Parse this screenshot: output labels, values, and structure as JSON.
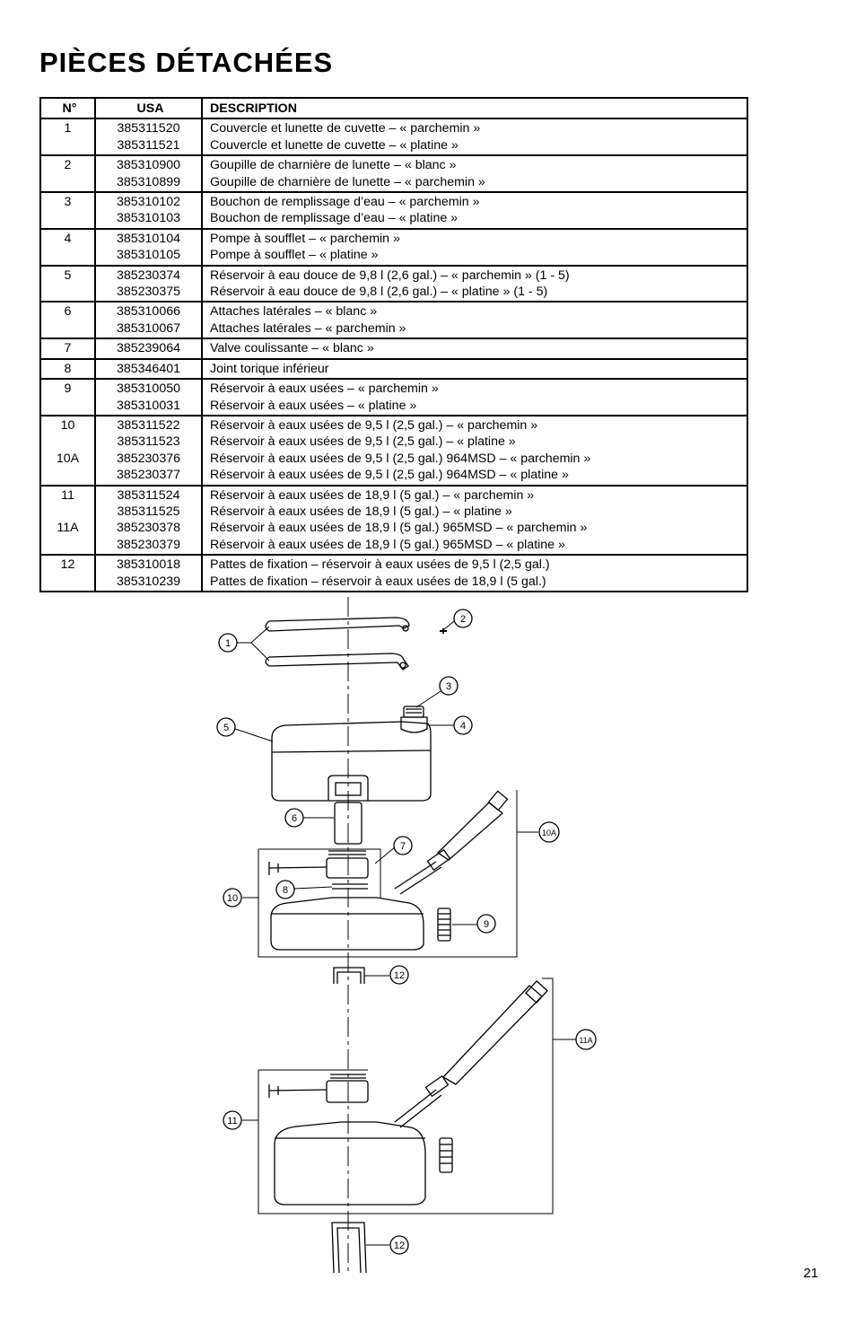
{
  "title": "PIÈCES DÉTACHÉES",
  "table": {
    "headers": [
      "N°",
      "USA",
      "DESCRIPTION"
    ],
    "rows": [
      {
        "no": [
          "1",
          ""
        ],
        "usa": [
          "385311520",
          "385311521"
        ],
        "desc": [
          "Couvercle et lunette de cuvette – « parchemin »",
          "Couvercle et lunette de cuvette – « platine »"
        ]
      },
      {
        "no": [
          "2",
          ""
        ],
        "usa": [
          "385310900",
          "385310899"
        ],
        "desc": [
          "Goupille de charnière de lunette – « blanc »",
          "Goupille de charnière de lunette – « parchemin »"
        ]
      },
      {
        "no": [
          "3",
          ""
        ],
        "usa": [
          "385310102",
          "385310103"
        ],
        "desc": [
          "Bouchon de remplissage d’eau – « parchemin »",
          "Bouchon de remplissage d’eau – « platine »"
        ]
      },
      {
        "no": [
          "4",
          ""
        ],
        "usa": [
          "385310104",
          "385310105"
        ],
        "desc": [
          "Pompe à soufflet – « parchemin »",
          "Pompe à soufflet – « platine »"
        ]
      },
      {
        "no": [
          "5",
          ""
        ],
        "usa": [
          "385230374",
          "385230375"
        ],
        "desc": [
          "Réservoir à eau douce de 9,8 l (2,6 gal.) – « parchemin » (1 - 5)",
          "Réservoir à eau douce de 9,8 l (2,6 gal.) – « platine » (1 - 5)"
        ]
      },
      {
        "no": [
          "6",
          ""
        ],
        "usa": [
          "385310066",
          "385310067"
        ],
        "desc": [
          "Attaches latérales – « blanc »",
          "Attaches latérales – « parchemin »"
        ]
      },
      {
        "no": [
          "7"
        ],
        "usa": [
          "385239064"
        ],
        "desc": [
          "Valve coulissante – « blanc »"
        ]
      },
      {
        "no": [
          "8"
        ],
        "usa": [
          "385346401"
        ],
        "desc": [
          "Joint torique inférieur"
        ]
      },
      {
        "no": [
          "9",
          ""
        ],
        "usa": [
          "385310050",
          "385310031"
        ],
        "desc": [
          "Réservoir à eaux usées – « parchemin »",
          "Réservoir à eaux usées – « platine »"
        ]
      },
      {
        "no": [
          "10",
          "",
          "10A",
          ""
        ],
        "usa": [
          "385311522",
          "385311523",
          "385230376",
          "385230377"
        ],
        "desc": [
          "Réservoir à eaux usées de 9,5 l (2,5 gal.) – « parchemin »",
          "Réservoir à eaux usées de 9,5 l (2,5 gal.) – « platine »",
          "Réservoir à eaux usées de 9,5 l (2,5 gal.) 964MSD – « parchemin »",
          "Réservoir à eaux usées de 9,5 l (2,5 gal.) 964MSD – « platine »"
        ]
      },
      {
        "no": [
          "11",
          "",
          "11A",
          ""
        ],
        "usa": [
          "385311524",
          "385311525",
          "385230378",
          "385230379"
        ],
        "desc": [
          "Réservoir à eaux usées de 18,9 l (5 gal.) – « parchemin »",
          "Réservoir à eaux usées de 18,9 l (5 gal.) – « platine »",
          "Réservoir à eaux usées de 18,9 l (5 gal.) 965MSD – « parchemin »",
          "Réservoir à eaux usées de 18,9 l (5 gal.) 965MSD – « platine »"
        ]
      },
      {
        "no": [
          "12",
          ""
        ],
        "usa": [
          "385310018",
          "385310239"
        ],
        "desc": [
          "Pattes de fixation – réservoir à eaux usées de 9,5 l (2,5 gal.)",
          "Pattes de fixation – réservoir à eaux usées de 18,9 l (5 gal.)"
        ]
      }
    ]
  },
  "diagram": {
    "callouts": [
      "1",
      "2",
      "3",
      "4",
      "5",
      "6",
      "7",
      "8",
      "9",
      "10",
      "10A",
      "11",
      "11A",
      "12",
      "12"
    ]
  },
  "page_number": "21"
}
